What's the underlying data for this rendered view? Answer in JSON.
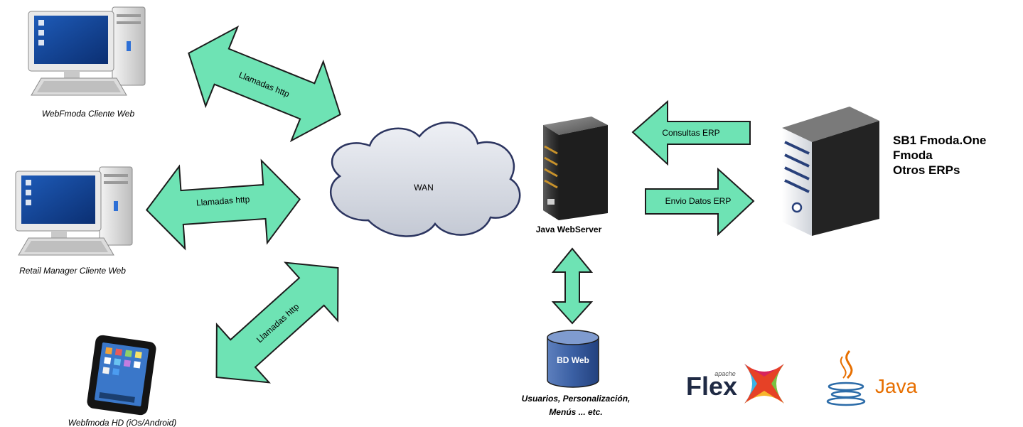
{
  "clients": [
    {
      "caption": "WebFmoda Cliente Web",
      "icon": "desktop-computer-icon"
    },
    {
      "caption": "Retail Manager Cliente Web",
      "icon": "desktop-computer-icon"
    },
    {
      "caption": "Webfmoda HD (iOs/Android)",
      "icon": "tablet-icon"
    }
  ],
  "arrows": {
    "http_1": "Llamadas http",
    "http_2": "Llamadas http",
    "http_3": "Llamadas http",
    "consultas": "Consultas ERP",
    "envio": "Envio Datos ERP"
  },
  "cloud_label": "WAN",
  "webserver": {
    "caption": "Java WebServer"
  },
  "database": {
    "label": "BD Web",
    "caption_line1": "Usuarios, Personalización,",
    "caption_line2": "Menús ... etc."
  },
  "erp": {
    "lines": [
      "SB1 Fmoda.One",
      "Fmoda",
      "Otros ERPs"
    ]
  },
  "logos": {
    "flex_small": "apache",
    "flex_main": "Flex",
    "java": "Java"
  },
  "colors": {
    "arrow_fill": "#6ee3b4",
    "arrow_stroke": "#1c1c1c",
    "cloud_fill": "#d7dbe4",
    "cloud_stroke": "#2c3560"
  }
}
